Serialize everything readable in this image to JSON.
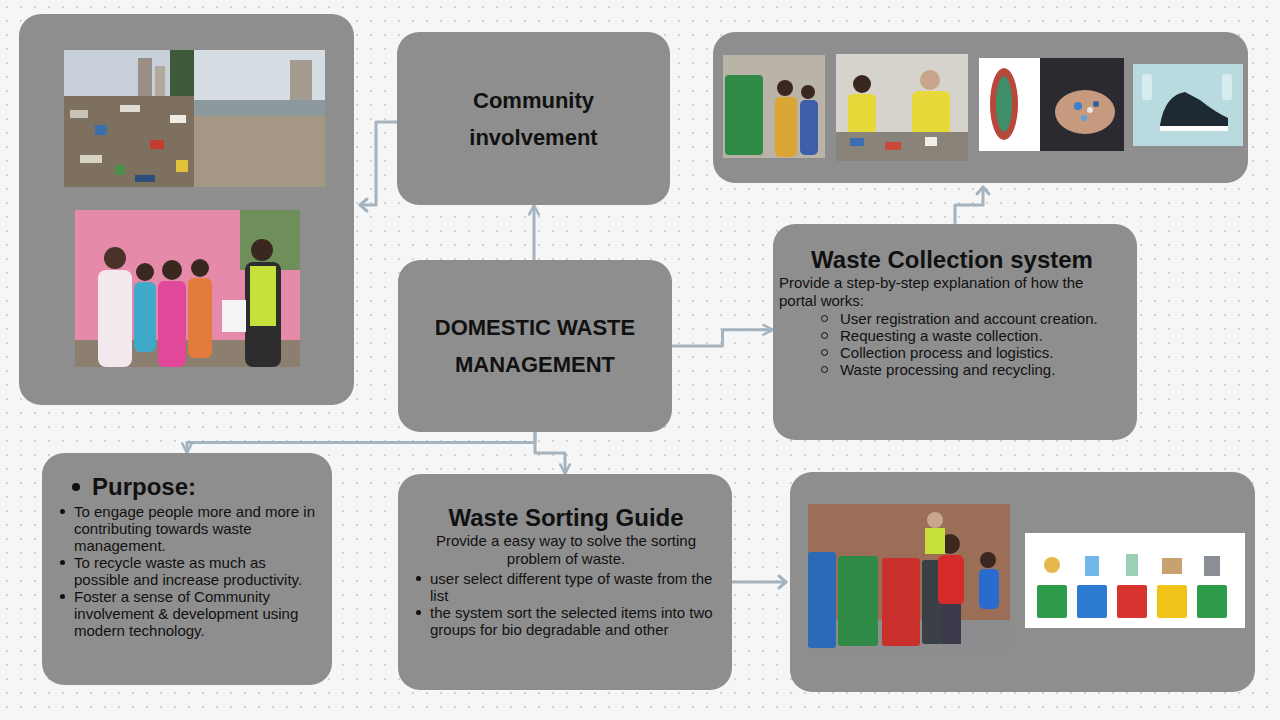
{
  "diagram": {
    "nodes": [
      {
        "text": [
          "Community involvement"
        ]
      },
      {
        "text": [
          "DOMESTIC WASTE MANAGEMENT"
        ]
      },
      {
        "text": [
          "Waste Collection system",
          "Provide a step-by-step explanation of how the portal works:",
          "User registration and account creation.",
          "Requesting a waste collection.",
          "Collection process and logistics.",
          "Waste processing and recycling."
        ]
      },
      {
        "text": [
          "Purpose:",
          "To engage people more and more in contributing towards waste management.",
          "To recycle waste as much as possible and increase productivity.",
          "Foster a sense of Community involvement & development using modern technology."
        ]
      },
      {
        "text": [
          "Waste Sorting Guide",
          "Provide a easy way to solve the sorting problem of waste.",
          "user select different type of waste from the list",
          "the system sort the selected items into two groups for bio degradable and other"
        ]
      }
    ],
    "edges": [
      {
        "from": 1,
        "to": 0,
        "arrow": "to"
      },
      {
        "from": 1,
        "to": 2,
        "arrow": "to"
      },
      {
        "from": 1,
        "to": 4,
        "arrow": "to"
      },
      {
        "from": 1,
        "to": 3,
        "arrow": "to"
      }
    ]
  }
}
